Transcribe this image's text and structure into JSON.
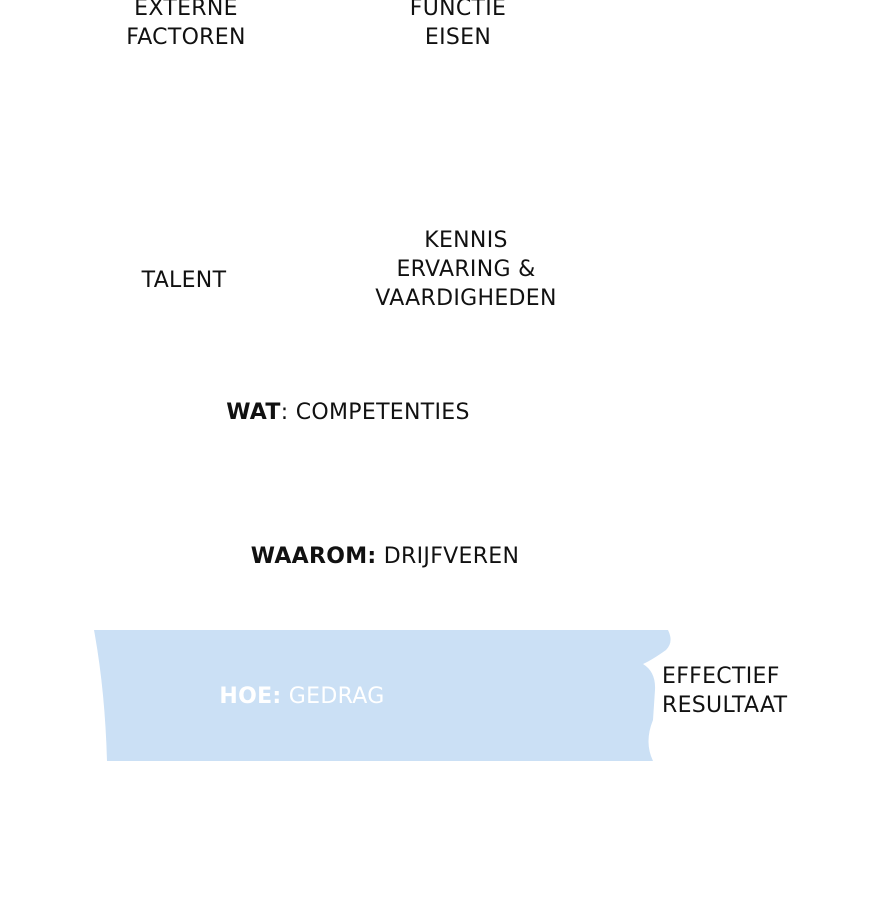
{
  "labels": {
    "externe_factoren": [
      "EXTERNE",
      "FACTOREN"
    ],
    "functie_eisen": [
      "FUNCTIE",
      "EISEN"
    ],
    "talent": "TALENT",
    "kennis": [
      "KENNIS",
      "ERVARING &",
      "VAARDIGHEDEN"
    ],
    "wat": {
      "bold": "WAT",
      "rest": ": COMPETENTIES"
    },
    "waarom": {
      "bold": "WAAROM:",
      "rest": " DRIJFVEREN"
    },
    "hoe": {
      "bold": "HOE:",
      "rest": " GEDRAG"
    },
    "resultaat": [
      "EFFECTIEF",
      "RESULTAAT"
    ]
  },
  "colors": {
    "band_fill": "#cbe0f5",
    "band_text": "#ffffff",
    "text": "#111111"
  }
}
